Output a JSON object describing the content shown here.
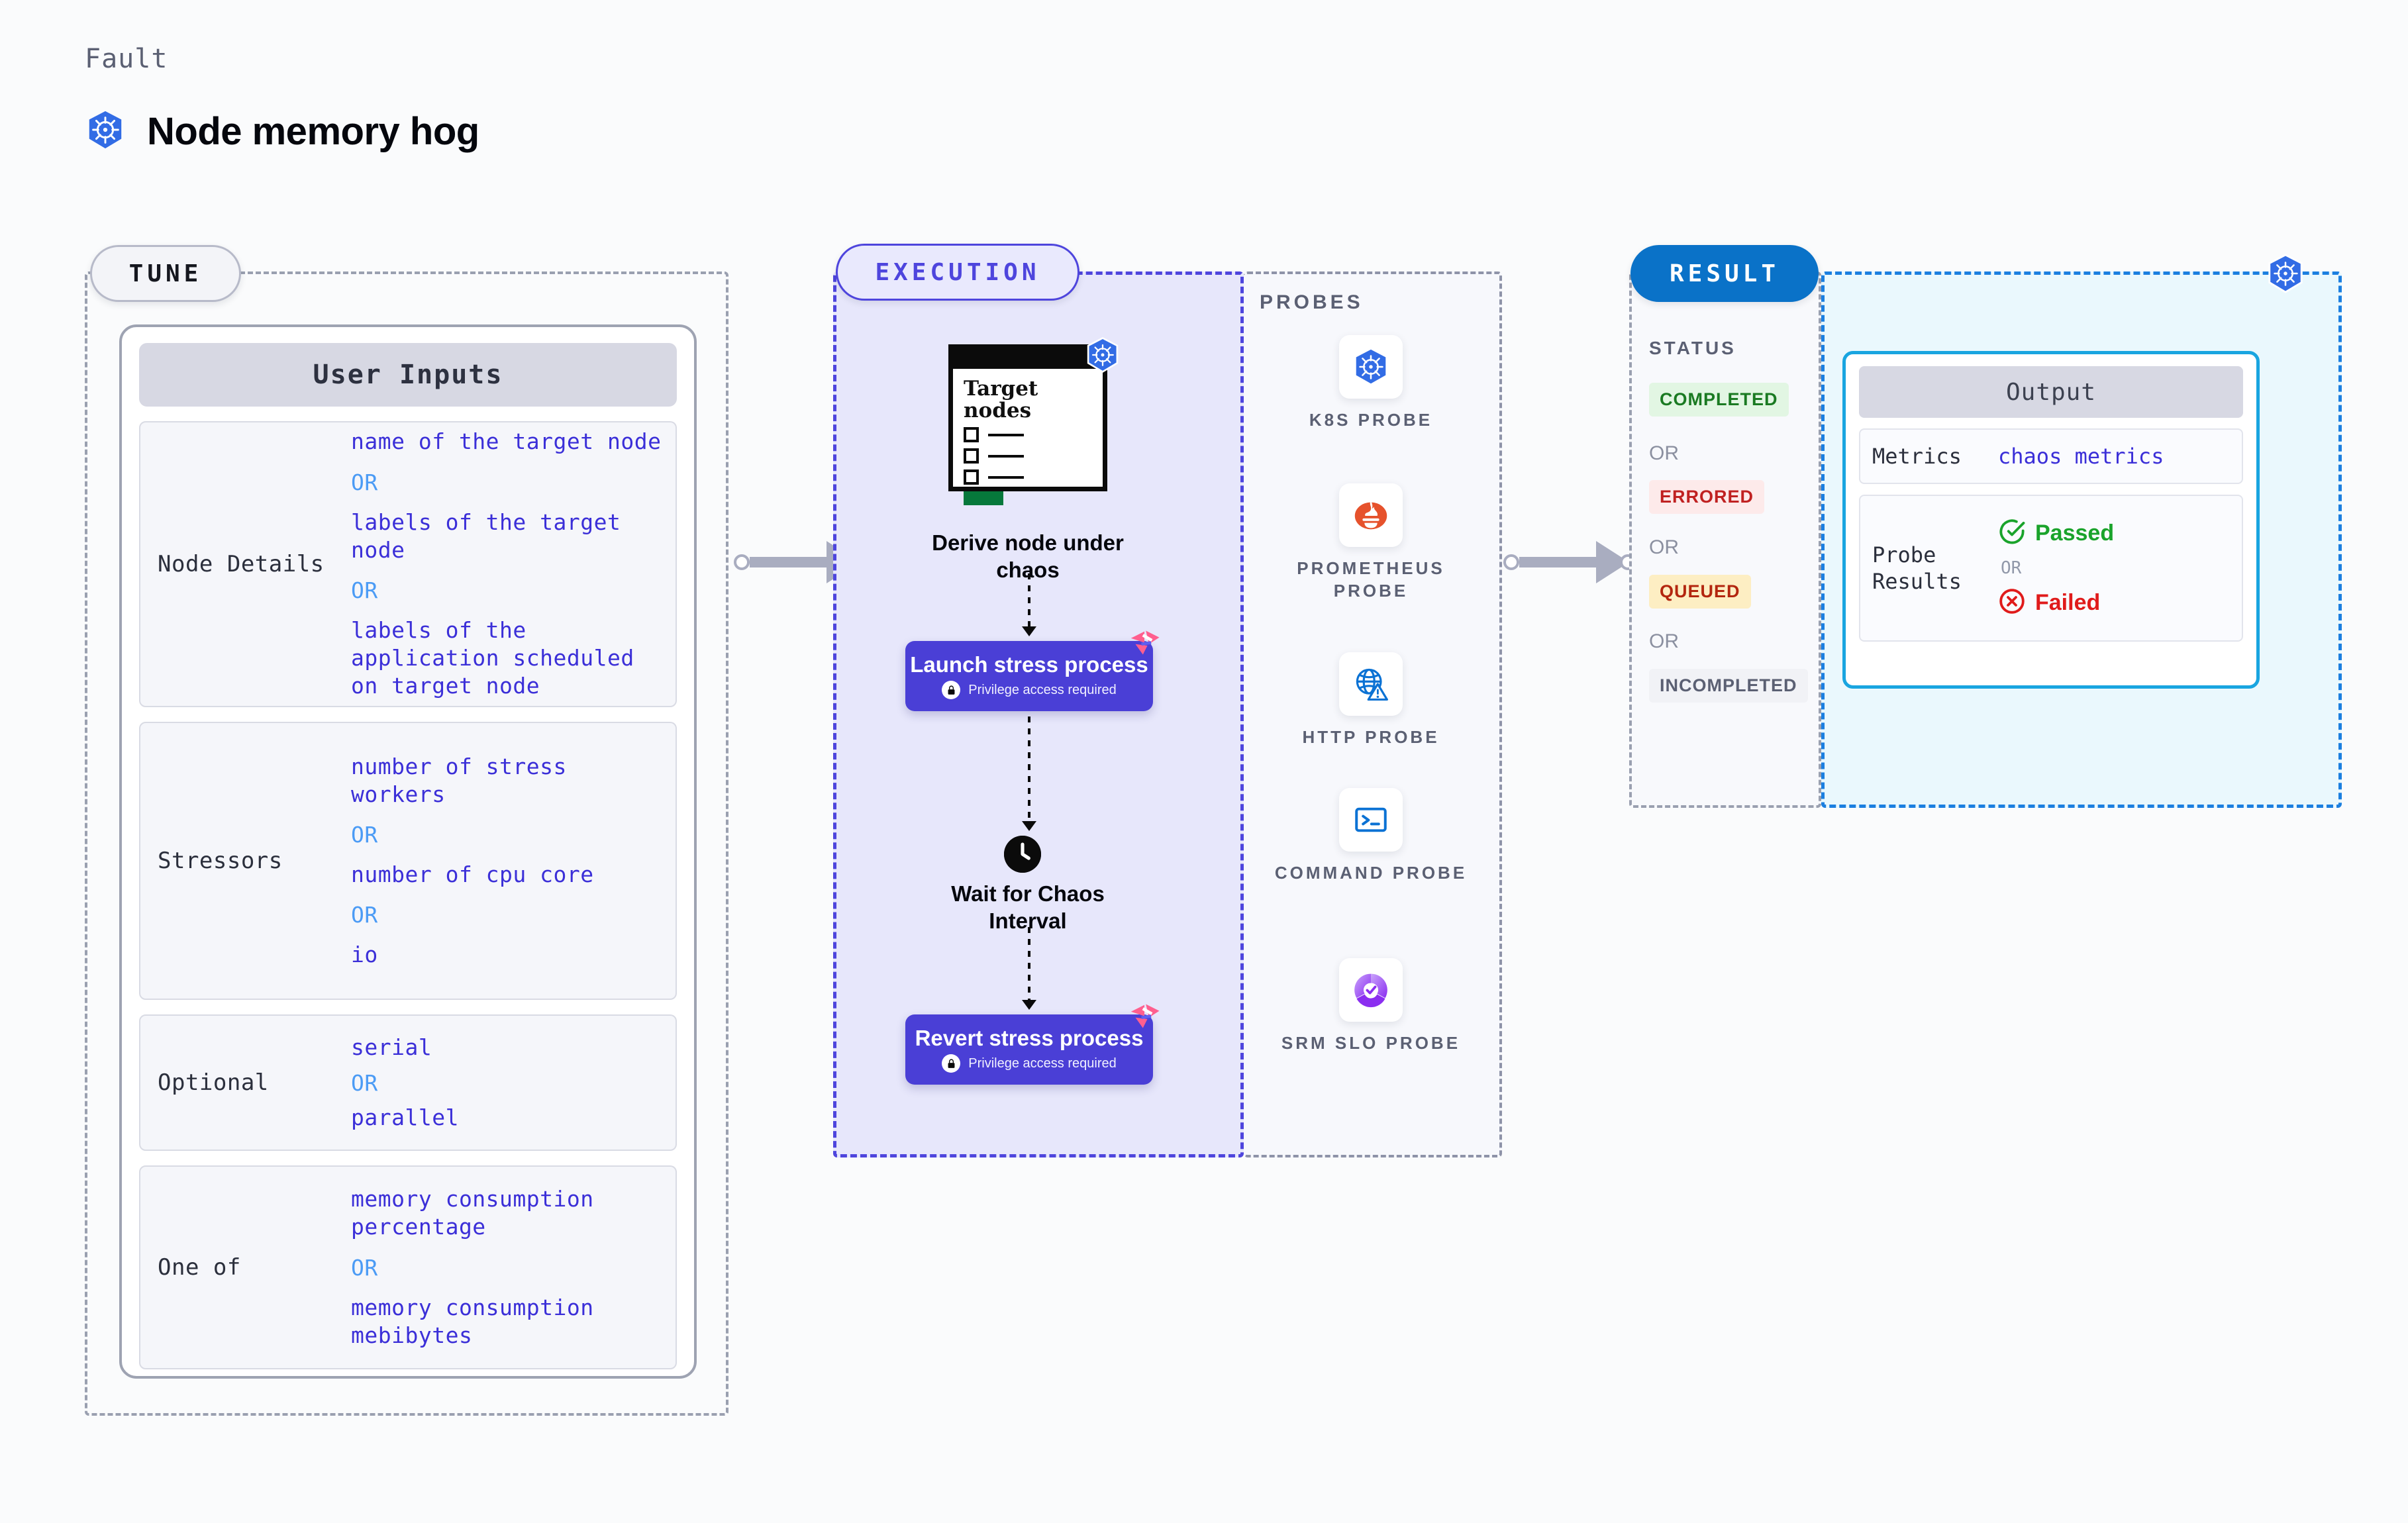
{
  "header": {
    "eyebrow": "Fault",
    "title": "Node memory hog",
    "icon": "kubernetes-icon"
  },
  "tune": {
    "pill_label": "TUNE",
    "card_title": "User Inputs",
    "groups": [
      {
        "label": "Node Details",
        "items": [
          "name of the target node",
          "labels of the target node",
          "labels of the application scheduled on target node"
        ],
        "separator": "OR"
      },
      {
        "label": "Stressors",
        "items": [
          "number of stress workers",
          "number of cpu core",
          "io"
        ],
        "separator": "OR"
      },
      {
        "label": "Optional",
        "items": [
          "serial",
          "parallel"
        ],
        "separator": "OR"
      },
      {
        "label": "One of",
        "items": [
          "memory consumption percentage",
          "memory consumption mebibytes"
        ],
        "separator": "OR"
      }
    ]
  },
  "execution": {
    "pill_label": "EXECUTION",
    "node_card": {
      "title_line1": "Target",
      "title_line2": "nodes",
      "badge_icon": "kubernetes-icon"
    },
    "steps": [
      {
        "caption": "Derive node under chaos"
      },
      {
        "title": "Launch stress process",
        "sub": "Privilege access required",
        "icon": "lock-icon",
        "corner_icon": "harness-logo-icon"
      },
      {
        "caption": "Wait for Chaos Interval",
        "icon": "clock-icon"
      },
      {
        "title": "Revert stress process",
        "sub": "Privilege access required",
        "icon": "lock-icon",
        "corner_icon": "harness-logo-icon"
      }
    ]
  },
  "probes": {
    "title": "PROBES",
    "items": [
      {
        "label": "K8S PROBE",
        "icon": "kubernetes-icon"
      },
      {
        "label": "PROMETHEUS PROBE",
        "icon": "prometheus-icon"
      },
      {
        "label": "HTTP PROBE",
        "icon": "globe-warning-icon"
      },
      {
        "label": "COMMAND PROBE",
        "icon": "terminal-icon"
      },
      {
        "label": "SRM SLO PROBE",
        "icon": "slo-donut-check-icon"
      }
    ]
  },
  "result": {
    "pill_label": "RESULT",
    "status_title": "STATUS",
    "separator": "OR",
    "statuses": [
      {
        "label": "COMPLETED",
        "color": "#1a7a22",
        "bg": "#e2f6e3"
      },
      {
        "label": "ERRORED",
        "color": "#c02121",
        "bg": "#fdeaea"
      },
      {
        "label": "QUEUED",
        "color": "#b3260f",
        "bg": "#fdeec3"
      },
      {
        "label": "INCOMPLETED",
        "color": "#5b6073",
        "bg": "#f1f2f6"
      }
    ],
    "corner_icon": "kubernetes-icon",
    "output": {
      "title": "Output",
      "metrics_label": "Metrics",
      "metrics_value": "chaos metrics",
      "probe_results_label": "Probe Results",
      "separator": "OR",
      "passed": {
        "label": "Passed",
        "color": "#1aa32b",
        "icon": "check-circle-icon"
      },
      "failed": {
        "label": "Failed",
        "color": "#e01b1b",
        "icon": "x-circle-icon"
      }
    }
  },
  "colors": {
    "accent_indigo": "#4a3fd6",
    "accent_blue": "#0a72c8",
    "accent_cyan": "#19a5e0",
    "value_blue": "#3b2fd8",
    "or_blue": "#4b9bf5",
    "k8s_blue": "#326ce5",
    "harness_pink": "#ff5f8f"
  }
}
